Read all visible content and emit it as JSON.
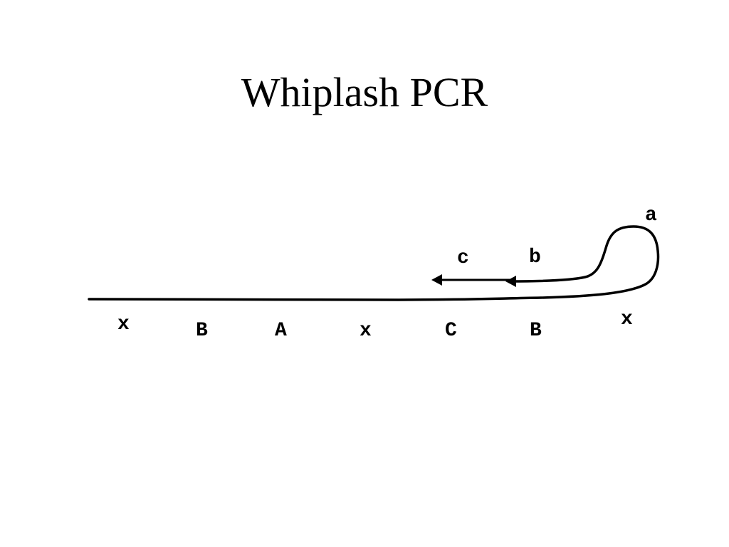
{
  "slide": {
    "title": "Whiplash PCR"
  },
  "diagram": {
    "strand_color": "#000000",
    "bottom_labels": [
      "x",
      "B",
      "A",
      "x",
      "C",
      "B",
      "x"
    ],
    "hairpin_label": "a",
    "extension_labels": [
      "b",
      "c"
    ]
  }
}
